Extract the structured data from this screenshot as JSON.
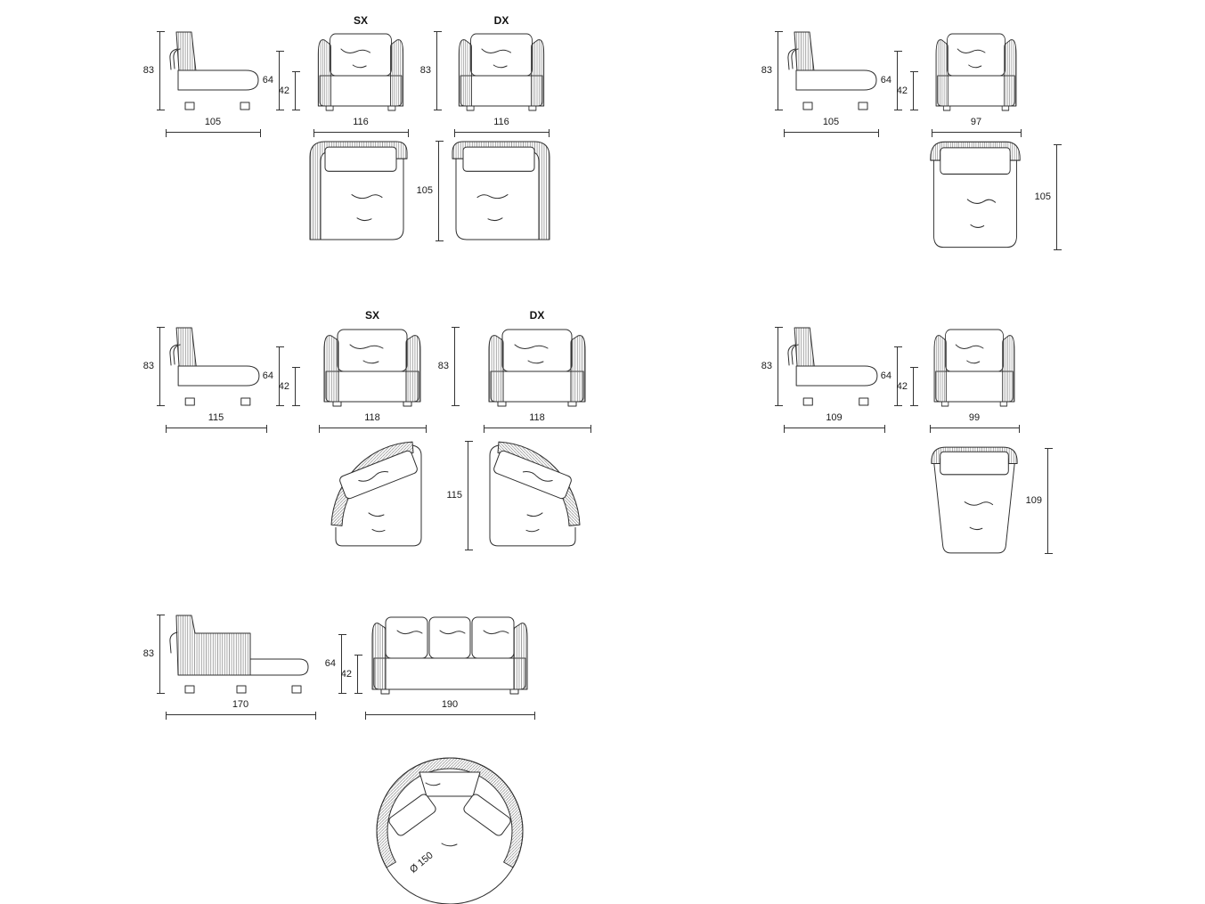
{
  "sheet": {
    "background": "#ffffff",
    "line_color": "#2f2f2f"
  },
  "groups": {
    "g1": {
      "sx": "SX",
      "dx": "DX",
      "height": "83",
      "back_height": "64",
      "seat_height": "42",
      "side_width": "105",
      "front_height": "83",
      "front_width_sx": "116",
      "front_width_dx": "116",
      "depth": "105"
    },
    "g2": {
      "height": "83",
      "back_height": "64",
      "seat_height": "42",
      "side_width": "105",
      "front_width": "97",
      "depth": "105"
    },
    "g3": {
      "sx": "SX",
      "dx": "DX",
      "height": "83",
      "back_height": "64",
      "seat_height": "42",
      "side_width": "115",
      "front_height": "83",
      "front_width_sx": "118",
      "front_width_dx": "118",
      "depth": "115"
    },
    "g4": {
      "height": "83",
      "back_height": "64",
      "seat_height": "42",
      "side_width": "109",
      "front_width": "99",
      "depth": "109"
    },
    "g5": {
      "height": "83",
      "back_height": "64",
      "seat_height": "42",
      "side_width": "170",
      "front_width": "190",
      "diameter": "Ø 150"
    }
  }
}
